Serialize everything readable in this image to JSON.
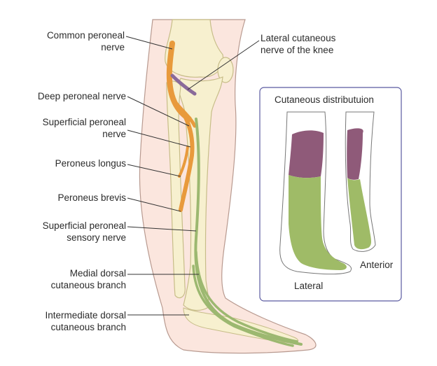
{
  "labels": {
    "common_peroneal": "Common peroneal\nnerve",
    "deep_peroneal": "Deep peroneal nerve",
    "superficial_peroneal": "Superficial peroneal\nnerve",
    "peroneus_longus": "Peroneus longus",
    "peroneus_brevis": "Peroneus brevis",
    "superficial_sensory": "Superficial peroneal\nsensory nerve",
    "medial_dorsal": "Medial dorsal\ncutaneous branch",
    "intermediate_dorsal": "Intermediate dorsal\ncutaneous branch",
    "lateral_cutaneous_knee": "Lateral cutaneous\nnerve of the knee"
  },
  "inset": {
    "title": "Cutaneous distributuion",
    "lateral": "Lateral",
    "anterior": "Anterior"
  },
  "colors": {
    "skin": "#fbe6de",
    "skin_outline": "#b89a90",
    "bone": "#f7f0cf",
    "bone_outline": "#c7bd88",
    "nerve_orange": "#e89a3c",
    "nerve_green": "#9cb870",
    "nerve_purple": "#8a6a9a",
    "zone_purple": "#8f5a79",
    "zone_green": "#9fbb67",
    "inset_border": "#5a5aa0",
    "leader": "#333333"
  }
}
